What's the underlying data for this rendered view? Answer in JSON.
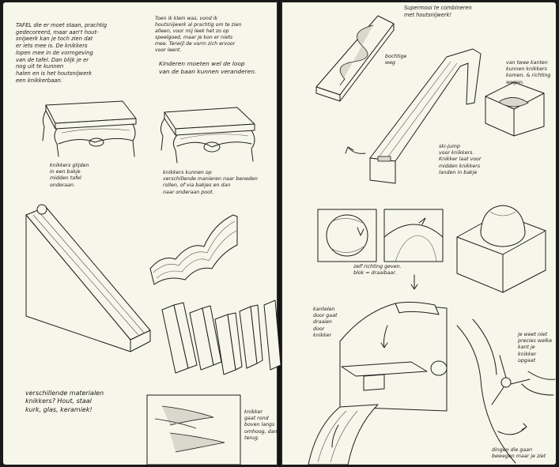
{
  "notes": {
    "tafel": "TAFEL die er moet staan, prachtig\ngedecoreerd, maar aan't hout-\nsnijwerk kan je toch zien dat\ner iets mee is. De knikkers\nlopen mee in de vormgeving\nvan de tafel. Dan blijk je er\nnog uit te kunnen\nhalen en is het houtsnijwerk\neen knikkerbaan.",
    "kind": "Toen ik klein was, vond ik\nhoutsnijwerk al prachtig om te zien\nalleen, voor mij leek het zo op\nspeelgoed, maar je kon er niets\nmee. Terwijl de vorm zich ervoor\nvoor leent.",
    "kinderen": "Kinderen moeten wel de loop\nvan de baan kunnen veranderen.",
    "goot": "knikkers glijden\nin een bakje\nmidden tafel\nonderaan.",
    "manieren": "knikkers kunnen op\nverschillende manieren naar beneden\nrollen, of via bakjes en dan\nnaar onderaan poot.",
    "materialen": "verschillende materialen\nknikkers? Hout, staal\nkurk, glas, keramiek!",
    "blokje": "knikker\ngaat rond\nboven langs\nomhoog, dan\nterug.",
    "supermooi": "Supermooi te combineren\nmet houtsnijwerk!",
    "weg": "bochtige\nweg",
    "skijump": "ski-jump\nvoor knikkers.\nKnikker laat voor\nmidden knikkers\nlanden in bakje",
    "twee_kanten": "van twee kanten\nkunnen knikkers\nkomen, & richting\nwegen.",
    "richting": "zelf richting geven.\nblok = draaibaar.",
    "kantelen": "kantelen\ndoor gaat\ndraaien\ndoor\nknikker",
    "niet": "je weet niet\nprecies welke\nkant je\nknikker\nopgaat",
    "draaien": "dingen die gaan\nbewegen maar je ziet"
  }
}
